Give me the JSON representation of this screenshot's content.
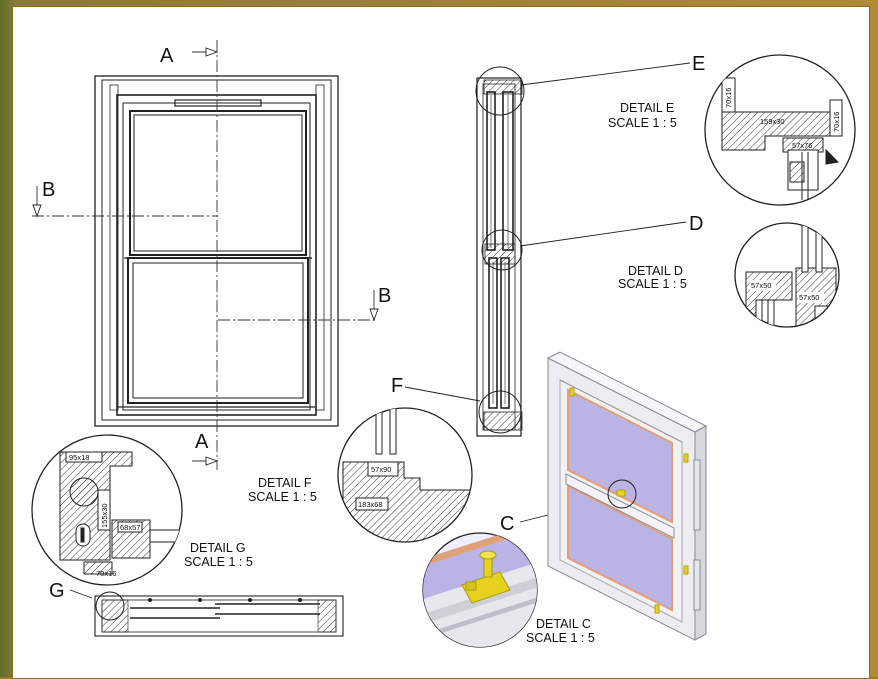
{
  "section_markers": {
    "a": "A",
    "b": "B"
  },
  "detail_markers": {
    "c": "C",
    "d": "D",
    "e": "E",
    "f": "F",
    "g": "G"
  },
  "details": {
    "e": {
      "title": "DETAIL E",
      "scale": "SCALE 1 : 5",
      "dims": [
        "159x30",
        "57x76",
        "70x16",
        "70x16"
      ]
    },
    "d": {
      "title": "DETAIL D",
      "scale": "SCALE 1 : 5",
      "dims": [
        "57x50",
        "57x50"
      ]
    },
    "f": {
      "title": "DETAIL F",
      "scale": "SCALE 1 : 5",
      "dims": [
        "57x90",
        "183x68"
      ]
    },
    "g": {
      "title": "DETAIL G",
      "scale": "SCALE 1 : 5",
      "dims": [
        "95x18",
        "155x30",
        "68x57",
        "70x16"
      ]
    },
    "c": {
      "title": "DETAIL C",
      "scale": "SCALE 1 : 5"
    }
  },
  "colors": {
    "sheet": "#ffffff",
    "border": "#b08a34",
    "glass": "#b9b3e6",
    "sash_trim": "#e2a079",
    "hardware": "#e6d21e",
    "frame_3d": "#e9e9ee"
  }
}
